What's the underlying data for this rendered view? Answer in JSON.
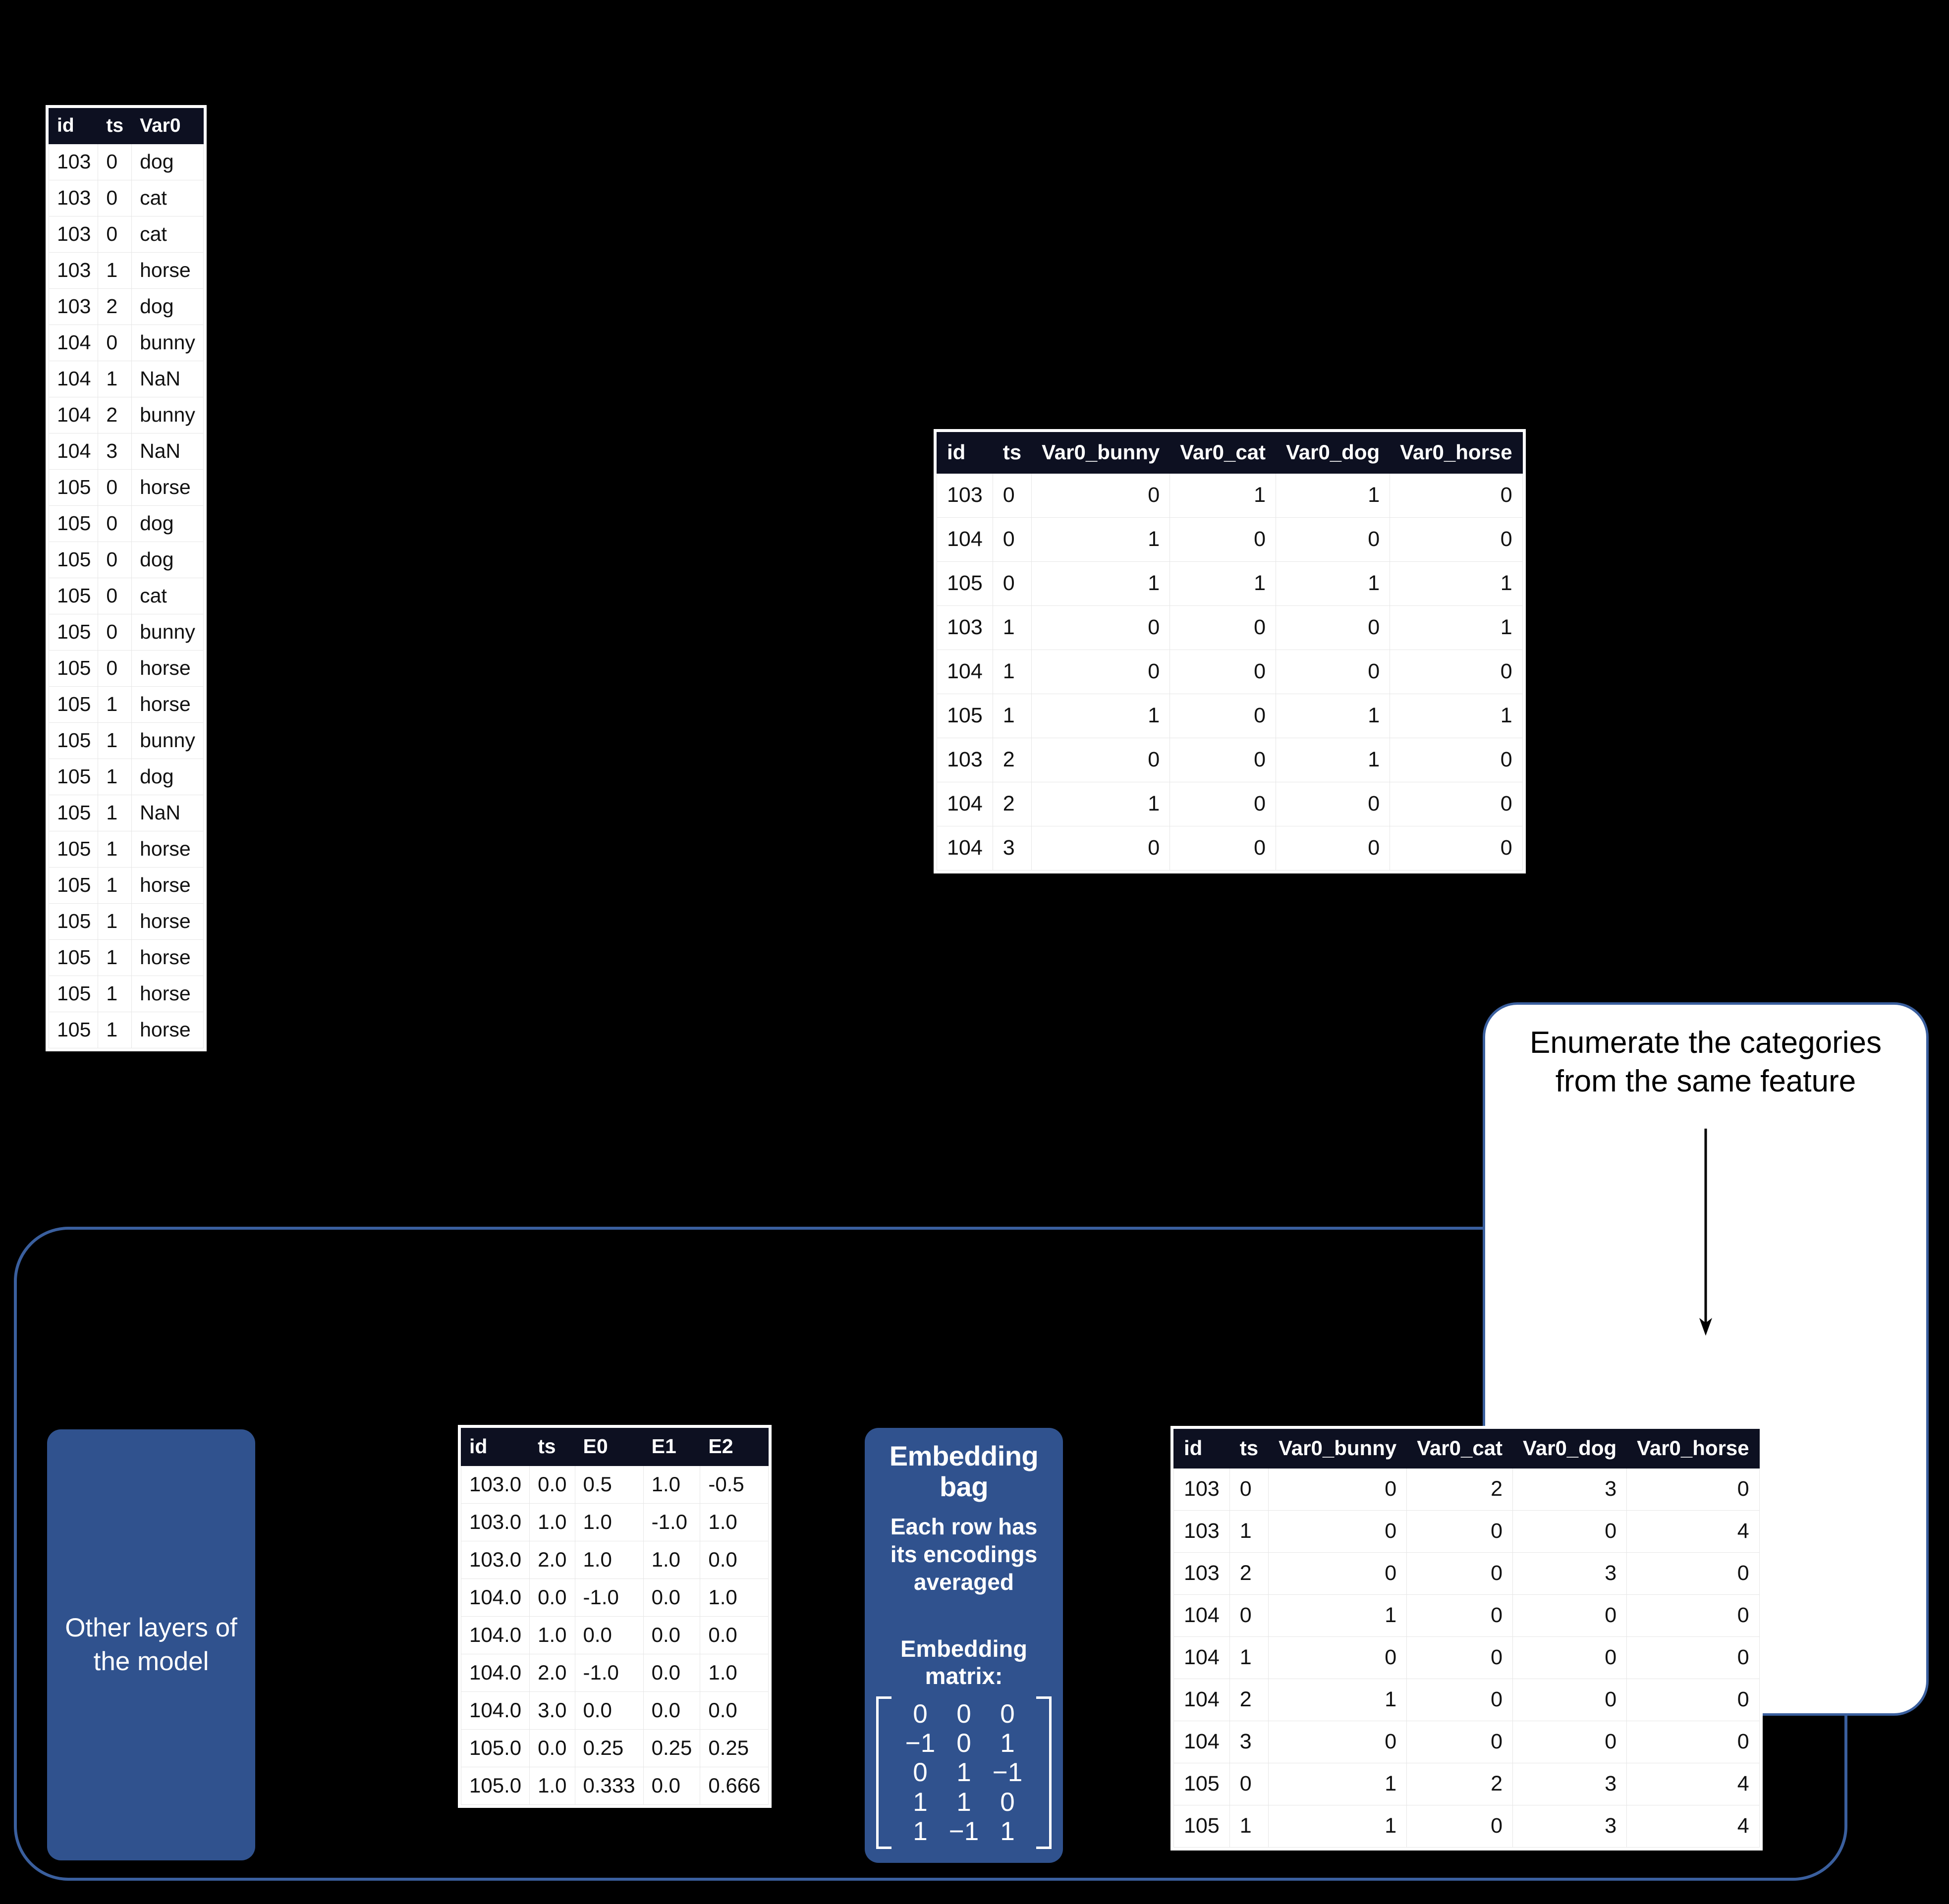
{
  "colors": {
    "background": "#000000",
    "table_header_bg": "#0d1021",
    "table_header_fg": "#ffffff",
    "card_blue": "#30528E",
    "outline_blue": "#3a5f9e",
    "callout_bg": "#ffffff"
  },
  "raw_table": {
    "name": "raw-categorical-table",
    "columns": [
      "id",
      "ts",
      "Var0"
    ],
    "rows": [
      [
        "103",
        "0",
        "dog"
      ],
      [
        "103",
        "0",
        "cat"
      ],
      [
        "103",
        "0",
        "cat"
      ],
      [
        "103",
        "1",
        "horse"
      ],
      [
        "103",
        "2",
        "dog"
      ],
      [
        "104",
        "0",
        "bunny"
      ],
      [
        "104",
        "1",
        "NaN"
      ],
      [
        "104",
        "2",
        "bunny"
      ],
      [
        "104",
        "3",
        "NaN"
      ],
      [
        "105",
        "0",
        "horse"
      ],
      [
        "105",
        "0",
        "dog"
      ],
      [
        "105",
        "0",
        "dog"
      ],
      [
        "105",
        "0",
        "cat"
      ],
      [
        "105",
        "0",
        "bunny"
      ],
      [
        "105",
        "0",
        "horse"
      ],
      [
        "105",
        "1",
        "horse"
      ],
      [
        "105",
        "1",
        "bunny"
      ],
      [
        "105",
        "1",
        "dog"
      ],
      [
        "105",
        "1",
        "NaN"
      ],
      [
        "105",
        "1",
        "horse"
      ],
      [
        "105",
        "1",
        "horse"
      ],
      [
        "105",
        "1",
        "horse"
      ],
      [
        "105",
        "1",
        "horse"
      ],
      [
        "105",
        "1",
        "horse"
      ],
      [
        "105",
        "1",
        "horse"
      ]
    ]
  },
  "onehot_table": {
    "name": "one-hot-encoded-table",
    "columns": [
      "id",
      "ts",
      "Var0_bunny",
      "Var0_cat",
      "Var0_dog",
      "Var0_horse"
    ],
    "rows": [
      [
        "103",
        "0",
        "0",
        "1",
        "1",
        "0"
      ],
      [
        "104",
        "0",
        "1",
        "0",
        "0",
        "0"
      ],
      [
        "105",
        "0",
        "1",
        "1",
        "1",
        "1"
      ],
      [
        "103",
        "1",
        "0",
        "0",
        "0",
        "1"
      ],
      [
        "104",
        "1",
        "0",
        "0",
        "0",
        "0"
      ],
      [
        "105",
        "1",
        "1",
        "0",
        "1",
        "1"
      ],
      [
        "103",
        "2",
        "0",
        "0",
        "1",
        "0"
      ],
      [
        "104",
        "2",
        "1",
        "0",
        "0",
        "0"
      ],
      [
        "104",
        "3",
        "0",
        "0",
        "0",
        "0"
      ]
    ]
  },
  "embeddings_table": {
    "name": "embeddings-output-table",
    "columns": [
      "id",
      "ts",
      "E0",
      "E1",
      "E2"
    ],
    "rows": [
      [
        "103.0",
        "0.0",
        "0.5",
        "1.0",
        "-0.5"
      ],
      [
        "103.0",
        "1.0",
        "1.0",
        "-1.0",
        "1.0"
      ],
      [
        "103.0",
        "2.0",
        "1.0",
        "1.0",
        "0.0"
      ],
      [
        "104.0",
        "0.0",
        "-1.0",
        "0.0",
        "1.0"
      ],
      [
        "104.0",
        "1.0",
        "0.0",
        "0.0",
        "0.0"
      ],
      [
        "104.0",
        "2.0",
        "-1.0",
        "0.0",
        "1.0"
      ],
      [
        "104.0",
        "3.0",
        "0.0",
        "0.0",
        "0.0"
      ],
      [
        "105.0",
        "0.0",
        "0.25",
        "0.25",
        "0.25"
      ],
      [
        "105.0",
        "1.0",
        "0.333",
        "0.0",
        "0.666"
      ]
    ]
  },
  "enumerated_table": {
    "name": "enumerated-categories-table",
    "columns": [
      "id",
      "ts",
      "Var0_bunny",
      "Var0_cat",
      "Var0_dog",
      "Var0_horse"
    ],
    "rows": [
      [
        "103",
        "0",
        "0",
        "2",
        "3",
        "0"
      ],
      [
        "103",
        "1",
        "0",
        "0",
        "0",
        "4"
      ],
      [
        "103",
        "2",
        "0",
        "0",
        "3",
        "0"
      ],
      [
        "104",
        "0",
        "1",
        "0",
        "0",
        "0"
      ],
      [
        "104",
        "1",
        "0",
        "0",
        "0",
        "0"
      ],
      [
        "104",
        "2",
        "1",
        "0",
        "0",
        "0"
      ],
      [
        "104",
        "3",
        "0",
        "0",
        "0",
        "0"
      ],
      [
        "105",
        "0",
        "1",
        "2",
        "3",
        "4"
      ],
      [
        "105",
        "1",
        "1",
        "0",
        "3",
        "4"
      ]
    ]
  },
  "other_layers_card": {
    "label": "Other layers of the model"
  },
  "embedding_bag_card": {
    "title": "Embedding bag",
    "subtitle": "Each row has its encodings averaged",
    "matrix_label": "Embedding matrix:",
    "matrix": [
      [
        "0",
        "0",
        "0"
      ],
      [
        "−1",
        "0",
        "1"
      ],
      [
        "0",
        "1",
        "−1"
      ],
      [
        "1",
        "1",
        "0"
      ],
      [
        "1",
        "−1",
        "1"
      ]
    ]
  },
  "callout": {
    "text": "Enumerate the categories from the same feature"
  }
}
